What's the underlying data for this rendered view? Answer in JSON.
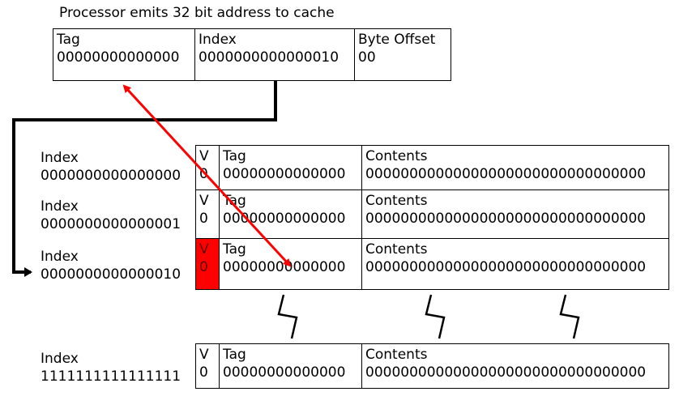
{
  "title": "Processor emits 32 bit address to cache",
  "address": {
    "tag": {
      "label": "Tag",
      "value": "00000000000000"
    },
    "index": {
      "label": "Index",
      "value": "0000000000000010"
    },
    "offset": {
      "label": "Byte Offset",
      "value": "00"
    }
  },
  "rows": [
    {
      "index_label": "Index",
      "index_value": "0000000000000000",
      "v_label": "V",
      "v_value": "0",
      "tag_label": "Tag",
      "tag_value": "00000000000000",
      "contents_label": "Contents",
      "contents_value": "00000000000000000000000000000000"
    },
    {
      "index_label": "Index",
      "index_value": "0000000000000001",
      "v_label": "V",
      "v_value": "0",
      "tag_label": "Tag",
      "tag_value": "00000000000000",
      "contents_label": "Contents",
      "contents_value": "00000000000000000000000000000000"
    },
    {
      "index_label": "Index",
      "index_value": "0000000000000010",
      "v_label": "V",
      "v_value": "0",
      "tag_label": "Tag",
      "tag_value": "00000000000000",
      "contents_label": "Contents",
      "contents_value": "00000000000000000000000000000000"
    },
    {
      "index_label": "Index",
      "index_value": "1111111111111111",
      "v_label": "V",
      "v_value": "0",
      "tag_label": "Tag",
      "tag_value": "00000000000000",
      "contents_label": "Contents",
      "contents_value": "00000000000000000000000000000000"
    }
  ],
  "colors": {
    "highlight": "#ff0000",
    "arrow": "#ff0000",
    "line": "#000000"
  }
}
